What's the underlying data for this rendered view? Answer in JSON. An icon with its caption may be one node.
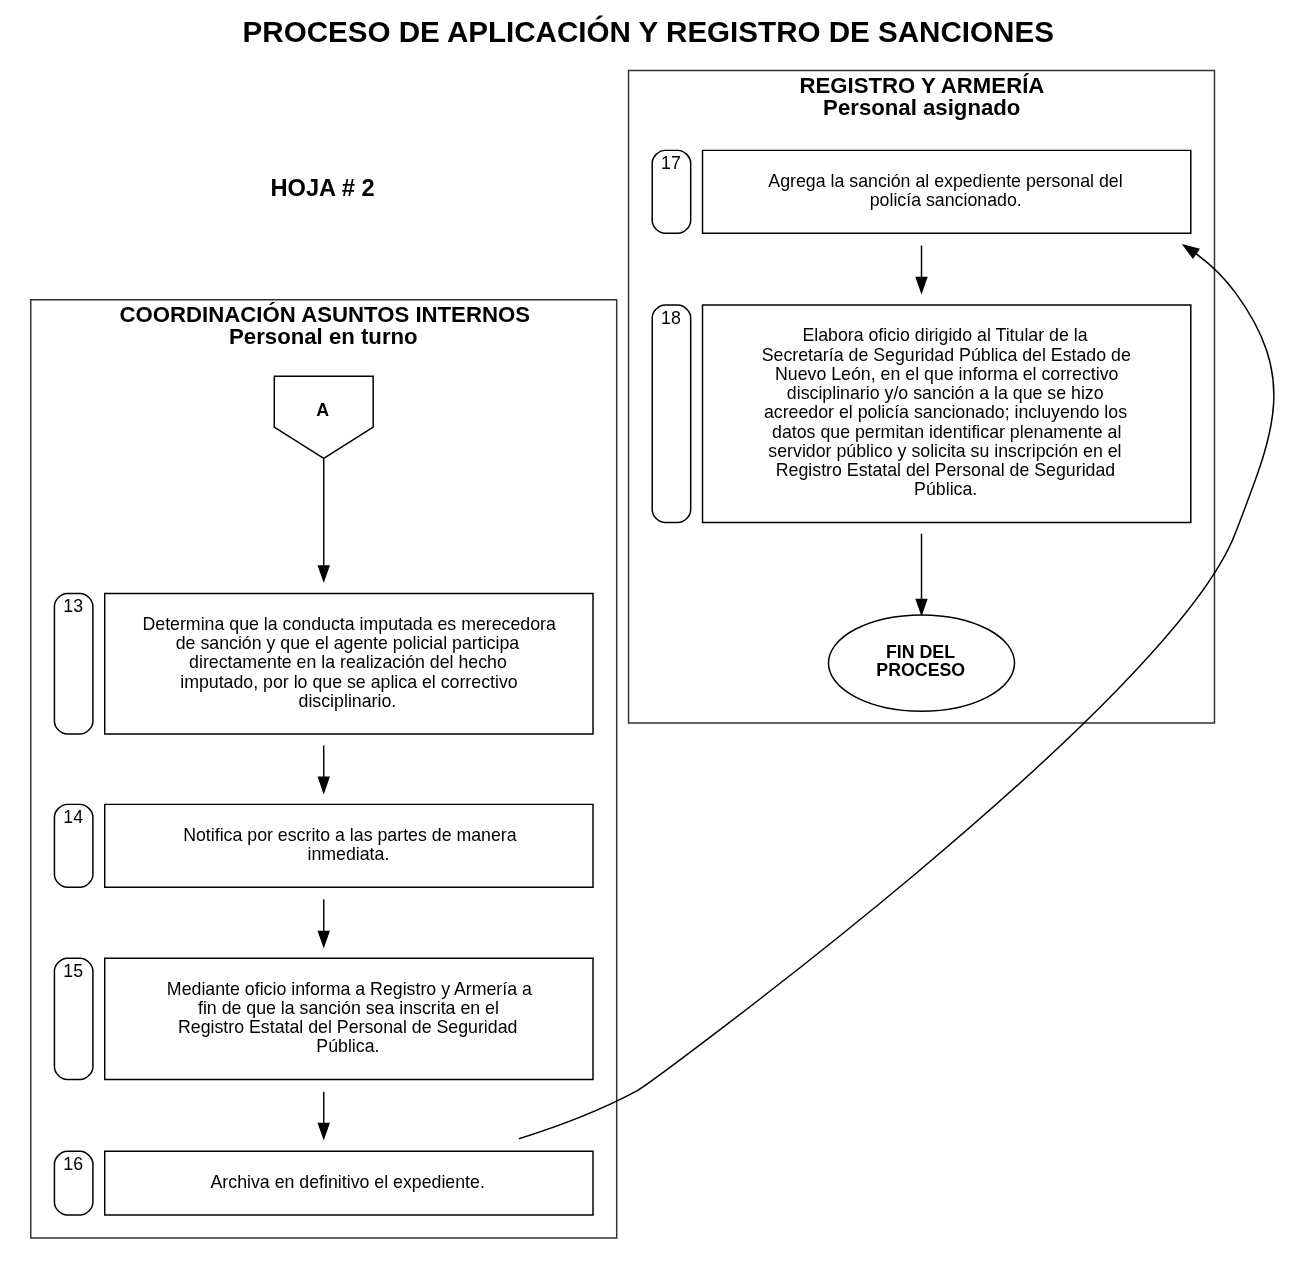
{
  "diagram": {
    "title": "PROCESO DE APLICACIÓN Y REGISTRO DE SANCIONES",
    "nodes": [
      {
        "text": [
          "COORDINACIÓN ASUNTOS INTERNOS",
          "Personal en turno"
        ]
      },
      {
        "text": [
          "REGISTRO Y ARMERÍA",
          "Personal asignado"
        ]
      },
      {
        "text": [
          "A"
        ],
        "in": 0
      },
      {
        "text": [
          "Determina que la conducta imputada es merecedora de sanción y que el agente policial participa directamente en la realización del hecho imputado, por lo que se aplica el correctivo disciplinario."
        ],
        "in": 0,
        "beside": [
          "13"
        ]
      },
      {
        "text": [
          "Notifica por escrito a las partes de manera inmediata."
        ],
        "in": 0,
        "beside": [
          "14"
        ]
      },
      {
        "text": [
          "Mediante oficio informa a Registro y Armería a fin de que la sanción sea inscrita en el Registro Estatal del Personal de Seguridad Pública."
        ],
        "in": 0,
        "beside": [
          "15"
        ]
      },
      {
        "text": [
          "Archiva en definitivo el expediente."
        ],
        "in": 0,
        "beside": [
          "16"
        ]
      },
      {
        "text": [
          "Agrega la sanción al expediente personal del policía sancionado."
        ],
        "in": 1,
        "beside": [
          "17"
        ]
      },
      {
        "text": [
          "Elabora oficio dirigido al Titular de la Secretaría de Seguridad Pública del Estado de Nuevo León, en el que informa el correctivo disciplinario y/o sanción a la que se hizo acreedor el policía sancionado; incluyendo los datos que permitan identificar plenamente al servidor público y solicita su inscripción en el Registro Estatal del Personal de Seguridad Pública."
        ],
        "in": 1,
        "beside": [
          "18"
        ]
      },
      {
        "text": [
          "FIN DEL PROCESO"
        ],
        "in": 1
      }
    ],
    "edges": [
      {
        "from": 2,
        "to": 3,
        "arrow": "to"
      },
      {
        "from": 3,
        "to": 4,
        "arrow": "to"
      },
      {
        "from": 4,
        "to": 5,
        "arrow": "to"
      },
      {
        "from": 5,
        "to": 6,
        "arrow": "to"
      },
      {
        "from": 6,
        "to": 7,
        "arrow": "to"
      },
      {
        "from": 7,
        "to": 8,
        "arrow": "to"
      },
      {
        "from": 8,
        "to": 9,
        "arrow": "to"
      }
    ],
    "labels": [
      "HOJA # 2"
    ]
  }
}
